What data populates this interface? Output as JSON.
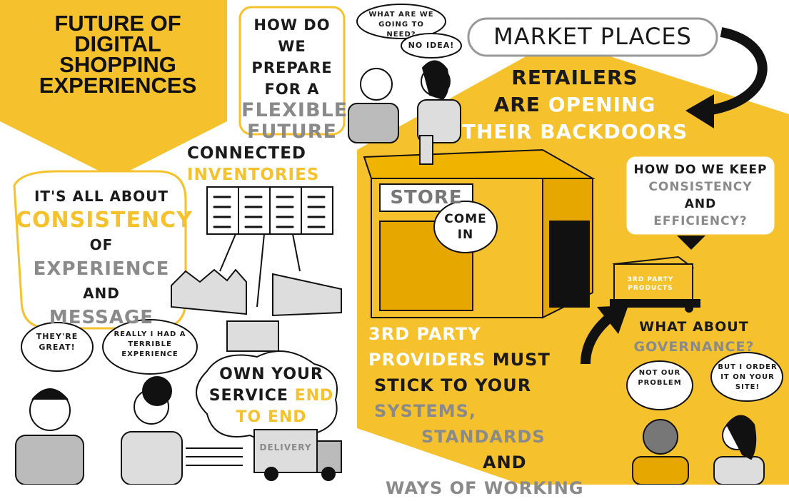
{
  "title": {
    "line1": "FUTURE OF",
    "line2": "DIGITAL",
    "line3": "SHOPPING",
    "line4": "EXPERIENCES"
  },
  "prepare": {
    "l1": "HOW DO WE",
    "l2": "PREPARE",
    "l3": "FOR A",
    "l4": "FLEXIBLE",
    "l5": "FUTURE"
  },
  "chat_top": {
    "q": "WHAT ARE WE GOING TO NEED?",
    "a": "NO IDEA!"
  },
  "market": {
    "label": "MARKET PLACES",
    "r1": "RETAILERS",
    "r2_a": "ARE",
    "r2_b": "OPENING",
    "r3": "THEIR BACKDOORS"
  },
  "inventories": {
    "l1": "CONNECTED",
    "l2": "INVENTORIES"
  },
  "consistency": {
    "l1": "IT'S ALL ABOUT",
    "l2": "CONSISTENCY",
    "l3": "OF",
    "l4": "EXPERIENCE",
    "l5": "AND",
    "l6": "MESSAGE"
  },
  "store": {
    "sign": "STORE",
    "bubble_l1": "COME",
    "bubble_l2": "IN"
  },
  "keep": {
    "l1": "HOW DO WE KEEP",
    "l2": "CONSISTENCY",
    "l3": "AND",
    "l4": "EFFICIENCY?"
  },
  "box_label": {
    "l1": "3RD PARTY",
    "l2": "PRODUCTS"
  },
  "providers": {
    "l1": "3RD PARTY",
    "l2_a": "PROVIDERS",
    "l2_b": "MUST",
    "l3_a": "STICK TO YOUR",
    "l3_b": "SYSTEMS,",
    "l4": "STANDARDS",
    "l5": "AND",
    "l6": "WAYS OF WORKING"
  },
  "governance": {
    "l1": "WHAT ABOUT",
    "l2": "GOVERNANCE?"
  },
  "bubbles": {
    "great": "THEY'RE GREAT!",
    "terrible": "REALLY I HAD A TERRIBLE EXPERIENCE",
    "not_problem": "NOT OUR PROBLEM",
    "ordered": "BUT I ORDER IT ON YOUR SITE!"
  },
  "own": {
    "l1": "OWN YOUR",
    "l2_a": "SERVICE",
    "l2_b": "END",
    "l3": "TO END"
  },
  "truck": {
    "label": "DELIVERY"
  },
  "colors": {
    "accent": "#f5c22e",
    "ink": "#1a1a1a",
    "grey": "#8a8a8a"
  }
}
